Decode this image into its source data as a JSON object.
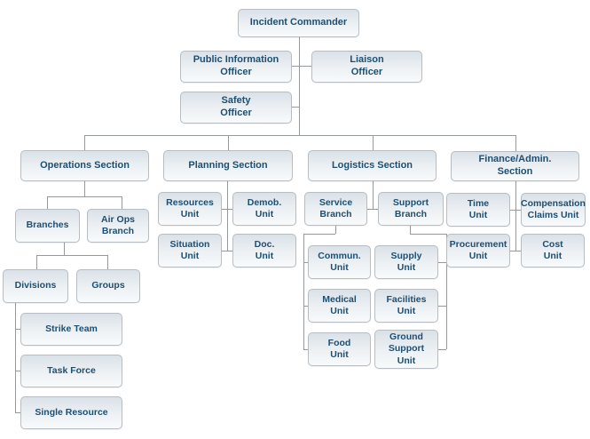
{
  "colors": {
    "node_text": "#1d4f72",
    "node_border": "#b7bdc3",
    "node_fill_top": "#d9e1e8",
    "node_fill_bottom": "#f8fafb",
    "connector": "#94999e",
    "background": "#ffffff"
  },
  "org": {
    "root": {
      "label": "Incident Commander"
    },
    "command_staff": {
      "public_information_officer": "Public Information\nOfficer",
      "liaison_officer": "Liaison\nOfficer",
      "safety_officer": "Safety\nOfficer"
    },
    "operations": {
      "label": "Operations Section",
      "branches": "Branches",
      "air_ops_branch": "Air Ops\nBranch",
      "divisions": "Divisions",
      "groups": "Groups",
      "strike_team": "Strike Team",
      "task_force": "Task Force",
      "single_resource": "Single Resource"
    },
    "planning": {
      "label": "Planning Section",
      "resources_unit": "Resources\nUnit",
      "demob_unit": "Demob.\nUnit",
      "situation_unit": "Situation\nUnit",
      "doc_unit": "Doc.\nUnit"
    },
    "logistics": {
      "label": "Logistics Section",
      "service_branch": "Service\nBranch",
      "support_branch": "Support\nBranch",
      "commun_unit": "Commun.\nUnit",
      "supply_unit": "Supply\nUnit",
      "medical_unit": "Medical\nUnit",
      "facilities_unit": "Facilities\nUnit",
      "food_unit": "Food\nUnit",
      "ground_support_unit": "Ground\nSupport\nUnit"
    },
    "finance": {
      "label": "Finance/Admin.\nSection",
      "time_unit": "Time\nUnit",
      "compensation_claims_unit": "Compensation\nClaims Unit",
      "procurement_unit": "Procurement\nUnit",
      "cost_unit": "Cost\nUnit"
    }
  }
}
